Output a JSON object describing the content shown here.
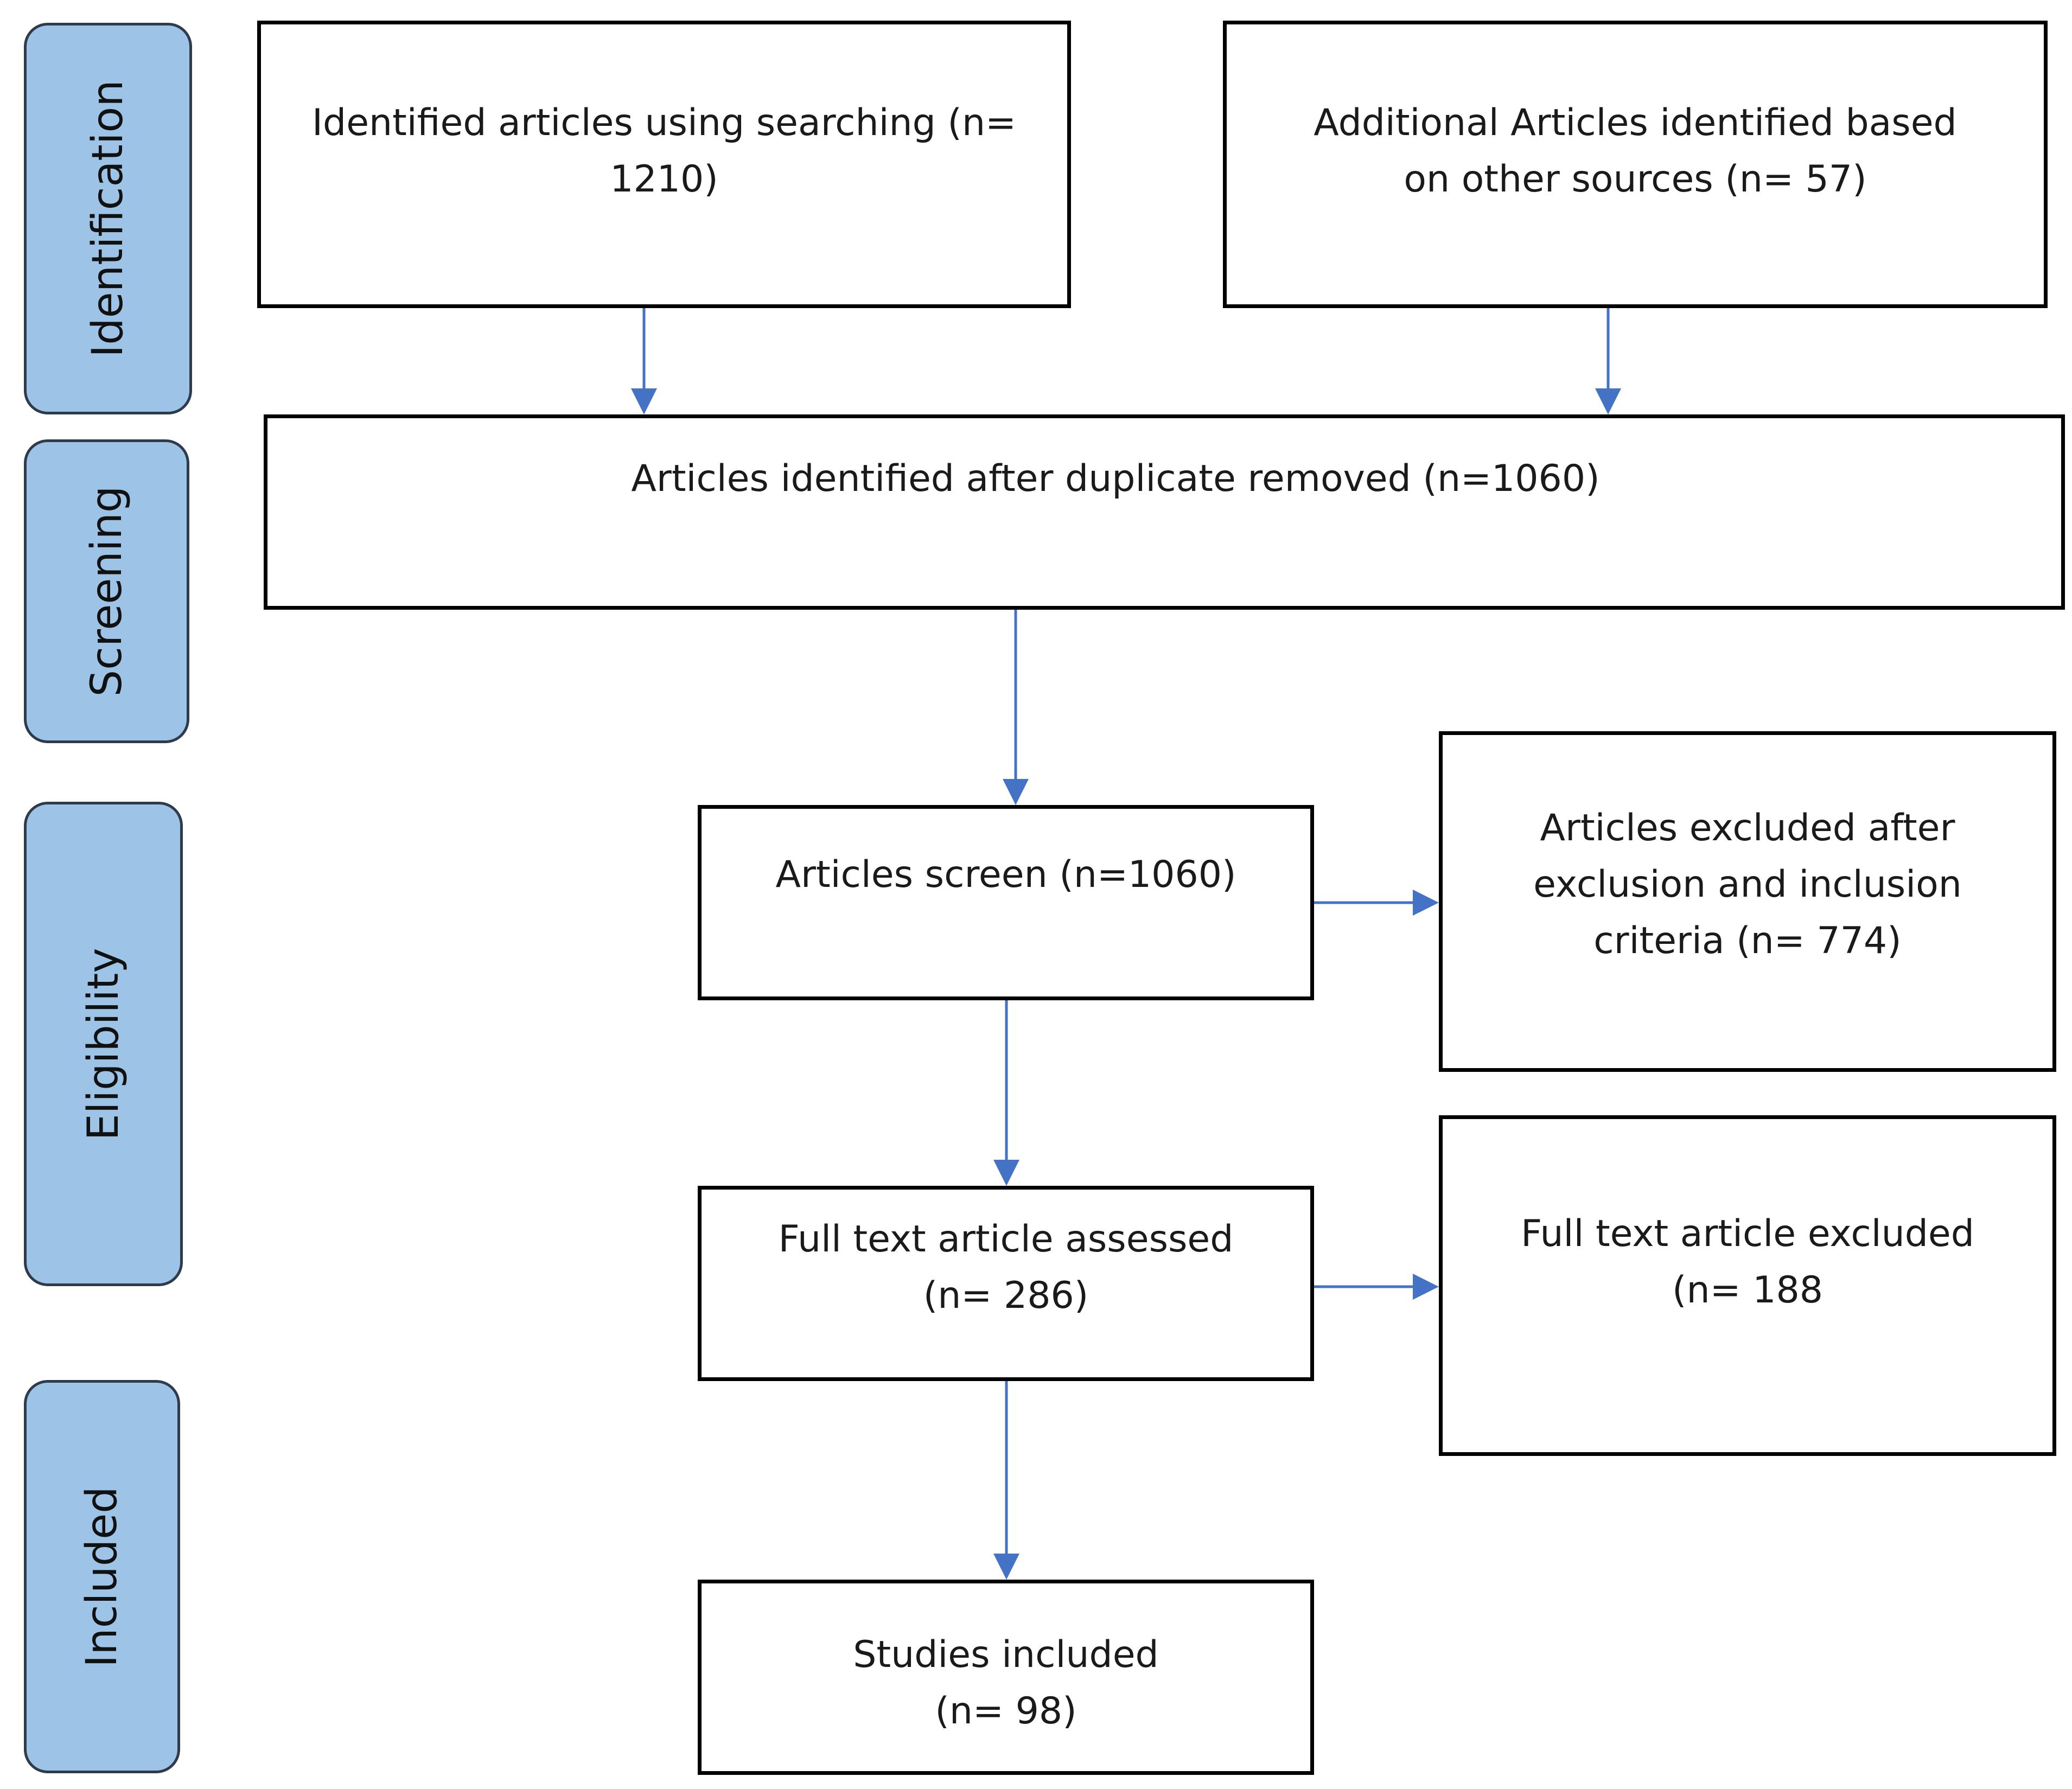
{
  "phases": {
    "identification": "Identification",
    "screening": "Screening",
    "eligibility": "Eligibility",
    "included": "Included"
  },
  "boxes": {
    "searching": "Identified articles using searching (n=\n1210)",
    "other_sources": "Additional Articles identified   based\non other  sources (n= 57)",
    "duplicates_removed": "Articles identified after duplicate removed (n=1060)",
    "screened": "Articles screen (n=1060)",
    "excluded_criteria": "Articles excluded after\nexclusion and inclusion\ncriteria (n= 774)",
    "full_text_assessed": "Full text article assessed\n(n= 286)",
    "full_text_excluded": "Full text article excluded\n(n= 188",
    "included": "Studies included\n(n= 98)"
  },
  "colors": {
    "phase_fill": "#9dc3e6",
    "arrow": "#4472c4",
    "box_border": "#000000"
  }
}
